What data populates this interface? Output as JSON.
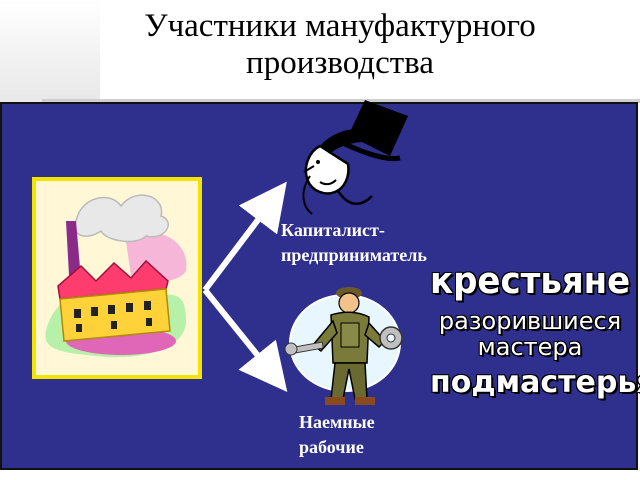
{
  "slide": {
    "title": "Участники мануфактурного\nпроизводства"
  },
  "labels": {
    "capitalist": "Капиталист-\nпредприниматель",
    "workers": "Наемные\nрабочие"
  },
  "sources": {
    "peasants": "крестьяне",
    "ruined_masters": "разорившиеся\nмастера",
    "apprentices": "подмастерья"
  },
  "colors": {
    "panel": "#2f2f8e",
    "frame": "#f4e200",
    "text": "#ffffff"
  },
  "icons": {
    "factory": "factory-icon",
    "capitalist": "top-hat-man-icon",
    "worker": "worker-with-tools-icon",
    "arrows": "branching-arrows-icon"
  }
}
